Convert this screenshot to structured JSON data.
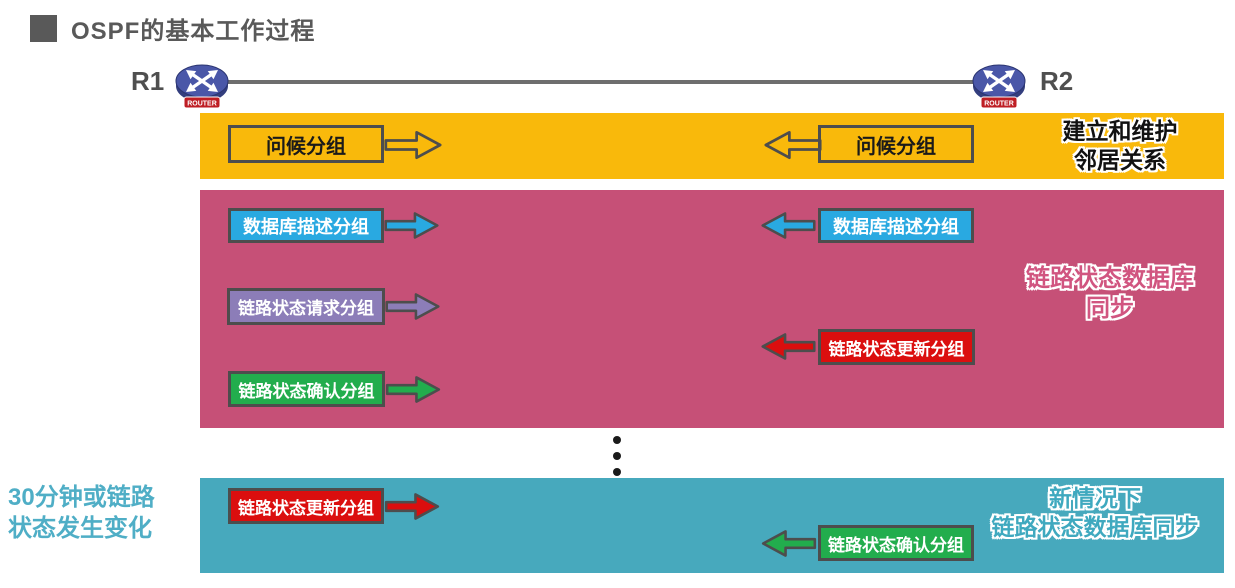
{
  "title": "OSPF的基本工作过程",
  "topology": {
    "router_left": "R1",
    "router_right": "R2",
    "router_badge": "ROUTER"
  },
  "hello_band": {
    "left_packet": "问候分组",
    "right_packet": "问候分组",
    "label_line1": "建立和维护",
    "label_line2": "邻居关系"
  },
  "sync_band": {
    "dbd_left": "数据库描述分组",
    "dbd_right": "数据库描述分组",
    "lsr_left": "链路状态请求分组",
    "lsu_right": "链路状态更新分组",
    "lsack_left": "链路状态确认分组",
    "label_line1": "链路状态数据库",
    "label_line2": "同步"
  },
  "resync_band": {
    "lsu_left": "链路状态更新分组",
    "lsack_right": "链路状态确认分组",
    "label_line1": "新情况下",
    "label_line2": "链路状态数据库同步"
  },
  "side_note": {
    "line1": "30分钟或链路",
    "line2": "状态发生变化"
  },
  "colors": {
    "hello-band": "#F9B90B",
    "sync-band": "#C65077",
    "resync-band": "#47A9BD",
    "dbd-box": "#29A9E1",
    "lsr-box": "#8C7DB8",
    "lsu-box": "#DB0E0E",
    "lsack-box": "#22AD4D",
    "outline": "#4D4D4D",
    "title-color": "#595959",
    "link-line": "#6E6E6E",
    "sync-label": "#D15580",
    "resync-label": "#3FA9BF",
    "side-note-color": "#4FAEC6"
  }
}
